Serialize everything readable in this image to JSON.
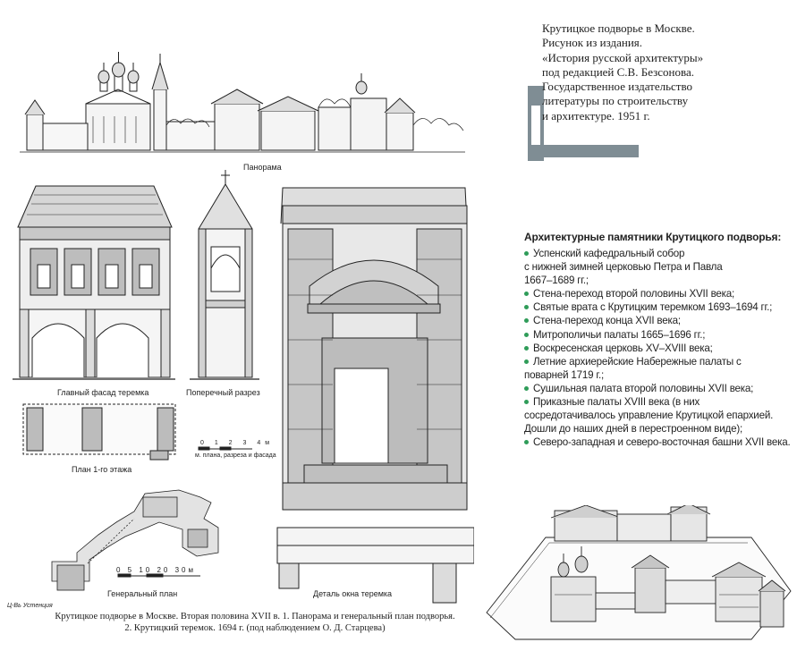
{
  "plate": {
    "labels": {
      "panorama": "Панорама",
      "facade": "Главный фасад теремка",
      "section": "Поперечный разрез",
      "plan_first_floor": "План 1-го этажа",
      "general_plan": "Генеральный план",
      "window_detail": "Деталь окна теремка",
      "author": "Ц-Вь Устенция",
      "scale_small_ticks": "0 1 2 3 4м",
      "scale_small_caption": "м. плана, разреза и фасада",
      "scale_large": "0 5 10 20 30м"
    },
    "caption": {
      "line1": "Крутицкое подворье в Москве. Вторая половина XVII в. 1. Панорама и генеральный план подворья.",
      "line2": "2. Крутицкий теремок. 1694 г. (под наблюдением О. Д. Старцева)"
    }
  },
  "source": {
    "lines": [
      "Крутицкое подворье в Москве.",
      "Рисунок из издания.",
      "«История русской архитектуры»",
      "под редакцией С.В. Безсонова.",
      "Государственное издательство",
      "литературы по строительству",
      "и архитектуре. 1951 г."
    ],
    "accent_color": "#7f8d94"
  },
  "monuments": {
    "title": "Архитектурные памятники Крутицкого подворья:",
    "bullet_color": "#2f9c59",
    "items": [
      [
        "Успенский кафедральный собор",
        "с нижней зимней церковью Петра и Павла",
        "1667–1689 гг.;"
      ],
      [
        "Стена-переход второй половины XVII века;"
      ],
      [
        "Святые врата с Крутицким теремком 1693–1694 гг.;"
      ],
      [
        "Стена-переход конца XVII века;"
      ],
      [
        "Митрополичьи палаты 1665–1696 гг.;"
      ],
      [
        "Воскресенская церковь XV–XVIII века;"
      ],
      [
        "Летние архиерейские Набережные палаты с",
        "поварней 1719 г.;"
      ],
      [
        "Сушильная палата второй половины XVII века;"
      ],
      [
        "Приказные палаты XVIII века (в них",
        "сосредотачивалось управление Крутицкой епархией.",
        "Дошли до наших дней в перестроенном виде);"
      ],
      [
        "Северо-западная и северо-восточная башни XVII века."
      ]
    ]
  }
}
